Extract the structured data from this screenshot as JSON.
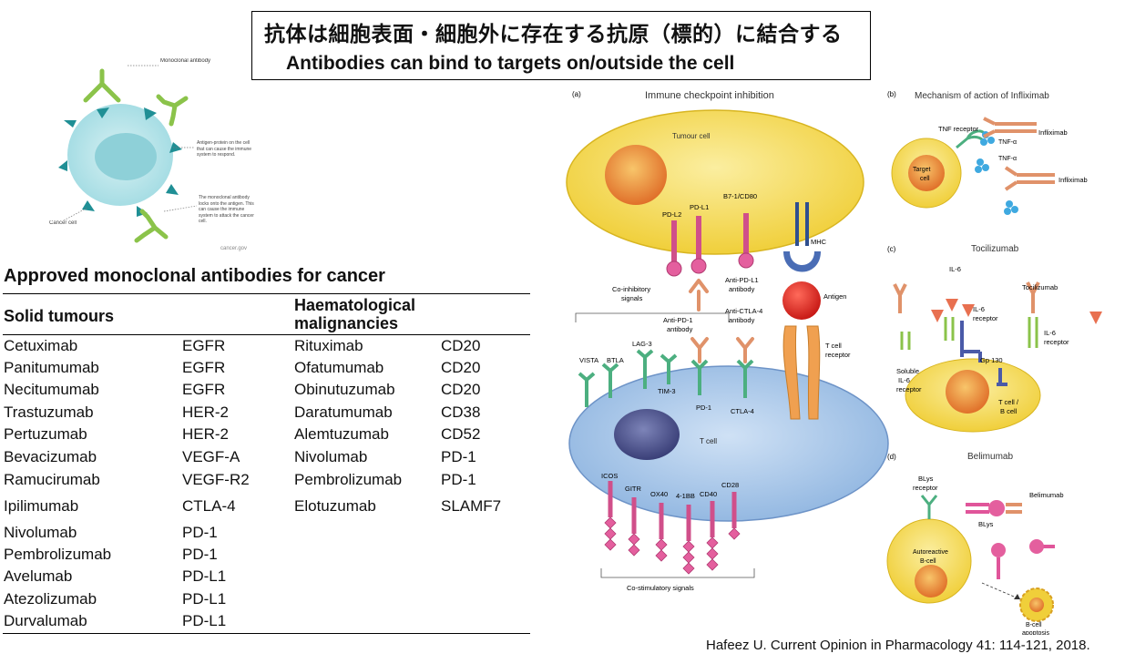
{
  "title": {
    "jp": "抗体は細胞表面・細胞外に存在する抗原（標的）に結合する",
    "en": "Antibodies can bind to targets on/outside the cell"
  },
  "cancer_cell_figure": {
    "monoclonal_label": "Monoclonal antibody",
    "antigen_label": "Antigen-protein on the cell that can cause the immune system to respond.",
    "binding_label": "The monoclonal antibody locks onto the antigen. This can cause the immune system to attack the cancer cell.",
    "cancer_cell_label": "Cancer cell",
    "source": "cancer.gov"
  },
  "table": {
    "title": "Approved monoclonal antibodies for cancer",
    "solid_header": "Solid tumours",
    "haem_header": "Haematological malignancies",
    "solid": [
      {
        "drug": "Cetuximab",
        "target": "EGFR"
      },
      {
        "drug": "Panitumumab",
        "target": "EGFR"
      },
      {
        "drug": "Necitumumab",
        "target": "EGFR"
      },
      {
        "drug": "Trastuzumab",
        "target": "HER-2"
      },
      {
        "drug": "Pertuzumab",
        "target": "HER-2"
      },
      {
        "drug": "Bevacizumab",
        "target": "VEGF-A"
      },
      {
        "drug": "Ramucirumab",
        "target": "VEGF-R2"
      },
      {
        "drug": "Ipilimumab",
        "target": "CTLA-4"
      },
      {
        "drug": "Nivolumab",
        "target": "PD-1"
      },
      {
        "drug": "Pembrolizumab",
        "target": "PD-1"
      },
      {
        "drug": "Avelumab",
        "target": "PD-L1"
      },
      {
        "drug": "Atezolizumab",
        "target": "PD-L1"
      },
      {
        "drug": "Durvalumab",
        "target": "PD-L1"
      }
    ],
    "haem": [
      {
        "drug": "Rituximab",
        "target": "CD20"
      },
      {
        "drug": "Ofatumumab",
        "target": "CD20"
      },
      {
        "drug": "Obinutuzumab",
        "target": "CD20"
      },
      {
        "drug": "Daratumumab",
        "target": "CD38"
      },
      {
        "drug": "Alemtuzumab",
        "target": "CD52"
      },
      {
        "drug": "Nivolumab",
        "target": "PD-1"
      },
      {
        "drug": "Pembrolizumab",
        "target": "PD-1"
      },
      {
        "drug": "Elotuzumab",
        "target": "SLAMF7"
      }
    ]
  },
  "panel_a": {
    "letter": "(a)",
    "title": "Immune checkpoint inhibition",
    "tumour_cell": "Tumour cell",
    "t_cell": "T cell",
    "pdl2": "PD-L2",
    "pdl1": "PD-L1",
    "b7": "B7-1/CD80",
    "mhc": "MHC",
    "antigen": "Antigen",
    "tcr": "T cell receptor",
    "coinhib": "Co-inhibitory signals",
    "anti_pdl1": "Anti-PD-L1 antibody",
    "anti_pd1": "Anti-PD-1 antibody",
    "anti_ctla4": "Anti-CTLA-4 antibody",
    "vista": "VISTA",
    "btla": "BTLA",
    "lag3": "LAG-3",
    "tim3": "TIM-3",
    "pd1": "PD-1",
    "ctla4": "CTLA-4",
    "icos": "ICOS",
    "gitr": "GITR",
    "ox40": "OX40",
    "_4_1bb": "4-1BB",
    "cd40": "CD40",
    "cd28": "CD28",
    "costim": "Co-stimulatory signals"
  },
  "panel_b": {
    "letter": "(b)",
    "title": "Mechanism of action of Infliximab",
    "tnf_receptor": "TNF receptor",
    "target_cell": "Target cell",
    "tnf_a1": "TNF-α",
    "tnf_a2": "TNF-α",
    "infliximab1": "Infliximab",
    "infliximab2": "Infliximab"
  },
  "panel_c": {
    "letter": "(c)",
    "title": "Tocilizumab",
    "il6": "IL-6",
    "tocilizumab": "Tocilizumab",
    "il6_receptor1": "IL-6 receptor",
    "il6_receptor2": "IL-6 receptor",
    "soluble": "Soluble IL-6 receptor",
    "gp130": "Gp 130",
    "tb_cell": "T cell / B cell"
  },
  "panel_d": {
    "letter": "(d)",
    "title": "Belimumab",
    "blys_receptor": "BLys receptor",
    "belimumab": "Belimumab",
    "blys": "BLys",
    "autoreactive": "Autoreactive B-cell",
    "apoptosis": "B-cell apoptosis"
  },
  "citation": "Hafeez U. Current Opinion in Pharmacology 41: 114-121, 2018.",
  "colors": {
    "tumour_yellow": "#f3d94a",
    "tcell_blue": "#9cc0e4",
    "antibody_orange": "#e0926a",
    "antibody_green": "#8bc34a",
    "receptor_pink": "#e0559a",
    "receptor_green": "#4caf80"
  }
}
